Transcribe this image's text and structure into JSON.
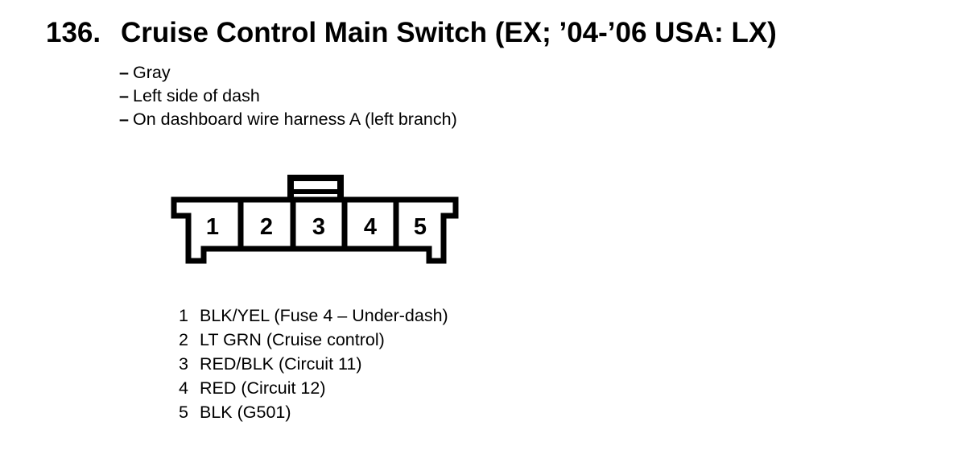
{
  "header": {
    "number": "136.",
    "title": "Cruise Control Main Switch (EX; ’04-’06 USA: LX)"
  },
  "notes": {
    "bullet": "–",
    "items": [
      "Gray",
      "Left side of dash",
      "On dashboard wire harness A (left branch)"
    ]
  },
  "connector": {
    "description": "5-pin connector, front view with top latch tab",
    "pins": [
      "1",
      "2",
      "3",
      "4",
      "5"
    ]
  },
  "pin_list": [
    {
      "pin": "1",
      "desc": "BLK/YEL (Fuse 4 – Under-dash)"
    },
    {
      "pin": "2",
      "desc": "LT GRN (Cruise control)"
    },
    {
      "pin": "3",
      "desc": "RED/BLK (Circuit 11)"
    },
    {
      "pin": "4",
      "desc": "RED (Circuit 12)"
    },
    {
      "pin": "5",
      "desc": "BLK (G501)"
    }
  ],
  "colors": {
    "ink": "#000000",
    "paper": "#ffffff"
  }
}
